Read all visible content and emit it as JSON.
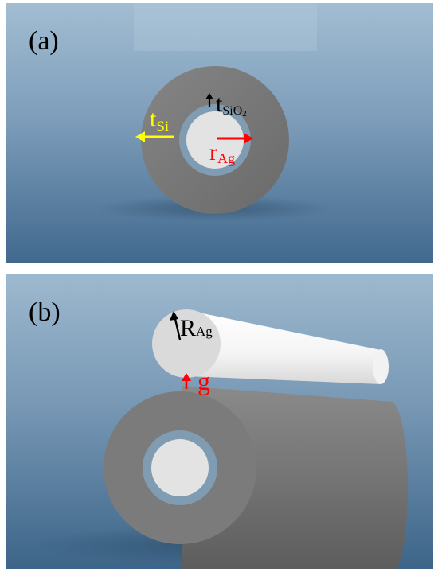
{
  "panel_a": {
    "label": "(a)",
    "t_si": {
      "main": "t",
      "sub": "Si",
      "color": "#ffff00"
    },
    "t_sio2": {
      "main": "t",
      "sub": "SiO",
      "sub2": "2",
      "color": "#000000"
    },
    "r_ag": {
      "main": "r",
      "sub": "Ag",
      "color": "#ff0000"
    }
  },
  "panel_b": {
    "label": "(b)",
    "R_ag": {
      "main": "R",
      "sub": "Ag",
      "color": "#000000"
    },
    "gap": {
      "main": "g",
      "color": "#ff0000"
    }
  },
  "colors": {
    "background_top": "#9ab6cc",
    "background_bottom": "#3e678c",
    "silicon_shell": "#787878",
    "silica_layer": "#7f9cb2",
    "silver_core": "#e2e2e2"
  }
}
